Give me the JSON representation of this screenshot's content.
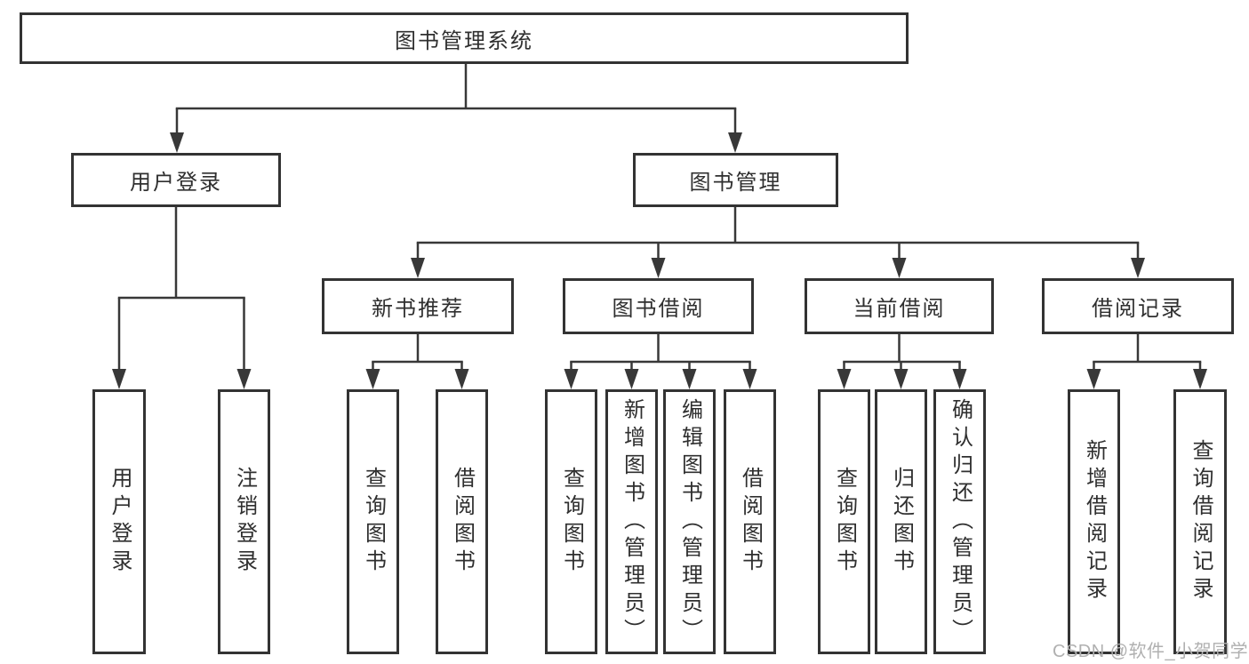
{
  "diagram_title": "图书管理系统",
  "nodes": {
    "root": "图书管理系统",
    "user_login": "用户登录",
    "book_mgmt": "图书管理",
    "new_book": "新书推荐",
    "book_borrow": "图书借阅",
    "current_borrow": "当前借阅",
    "borrow_record": "借阅记录",
    "leaf_user_login": "用户登录",
    "leaf_logout": "注销登录",
    "leaf_nb_query": "查询图书",
    "leaf_nb_borrow": "借阅图书",
    "leaf_bb_query": "查询图书",
    "leaf_bb_add": "新增图书（管理员）",
    "leaf_bb_edit": "编辑图书（管理员）",
    "leaf_bb_borrow": "借阅图书",
    "leaf_cb_query": "查询图书",
    "leaf_cb_return": "归还图书",
    "leaf_cb_confirm": "确认归还（管理员）",
    "leaf_br_add": "新增借阅记录",
    "leaf_br_query": "查询借阅记录"
  },
  "watermark": "CSDN @软件_小贺同学",
  "colors": {
    "line": "#383838",
    "border": "#333333",
    "text": "#2f2f2f",
    "watermark": "#b0b0b0"
  }
}
